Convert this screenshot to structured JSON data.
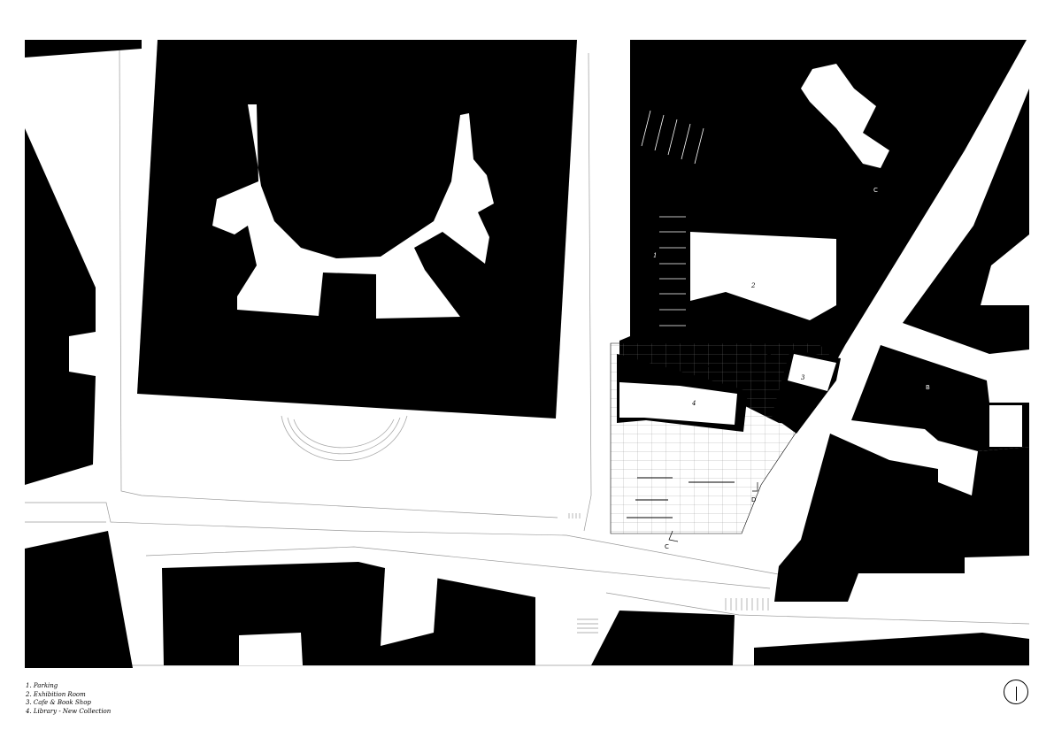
{
  "legend": {
    "items": [
      "1.  Parking",
      "2. Exhibition Room",
      "3. Cafe & Book Shop",
      "4. Library - New Collection"
    ]
  },
  "plan": {
    "zone_numbers": [
      "1",
      "2",
      "3",
      "4"
    ],
    "section_markers": [
      "B",
      "B",
      "C",
      "C",
      "D",
      "D"
    ]
  },
  "colors": {
    "building_fill": "#000000",
    "ground": "#ffffff",
    "lines": "#000000"
  },
  "icons": {
    "north_arrow": "north-arrow-icon"
  }
}
